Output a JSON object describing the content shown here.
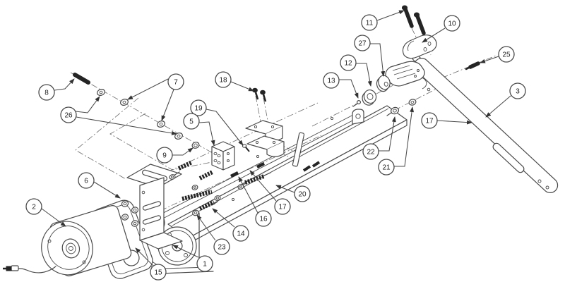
{
  "diagram": {
    "type": "exploded-assembly-parts-diagram",
    "colors": {
      "background": "#ffffff",
      "line": "#4a4a4a",
      "dark_part": "#242424"
    },
    "callouts": [
      {
        "label": "8"
      },
      {
        "label": "26"
      },
      {
        "label": "7"
      },
      {
        "label": "18"
      },
      {
        "label": "19"
      },
      {
        "label": "5"
      },
      {
        "label": "9"
      },
      {
        "label": "6"
      },
      {
        "label": "2"
      },
      {
        "label": "15"
      },
      {
        "label": "1"
      },
      {
        "label": "23"
      },
      {
        "label": "14"
      },
      {
        "label": "16"
      },
      {
        "label": "17"
      },
      {
        "label": "20"
      },
      {
        "label": "11"
      },
      {
        "label": "10"
      },
      {
        "label": "27"
      },
      {
        "label": "12"
      },
      {
        "label": "13"
      },
      {
        "label": "25"
      },
      {
        "label": "3"
      },
      {
        "label": "17"
      },
      {
        "label": "22"
      },
      {
        "label": "21"
      }
    ]
  }
}
